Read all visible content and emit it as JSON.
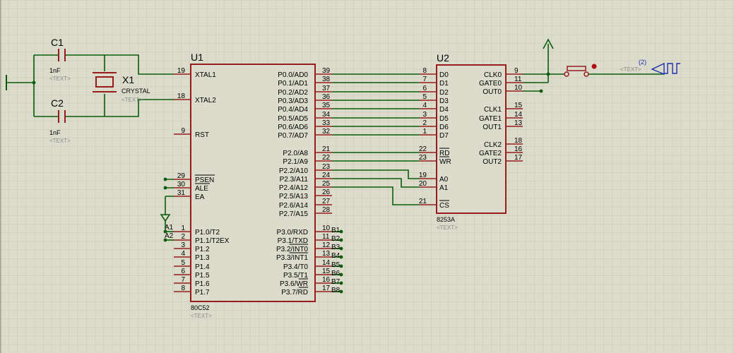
{
  "u1": {
    "ref": "U1",
    "part": "80C52",
    "text": "<TEXT>",
    "left_pins": [
      {
        "num": "19",
        "label": "XTAL1"
      },
      {
        "num": "18",
        "label": "XTAL2"
      },
      {
        "num": "9",
        "label": "RST"
      },
      {
        "num": "29",
        "label": "PSEN"
      },
      {
        "num": "30",
        "label": "ALE"
      },
      {
        "num": "31",
        "label": "EA"
      },
      {
        "num": "1",
        "label": "P1.0/T2"
      },
      {
        "num": "2",
        "label": "P1.1/T2EX"
      },
      {
        "num": "3",
        "label": "P1.2"
      },
      {
        "num": "4",
        "label": "P1.3"
      },
      {
        "num": "5",
        "label": "P1.4"
      },
      {
        "num": "6",
        "label": "P1.5"
      },
      {
        "num": "7",
        "label": "P1.6"
      },
      {
        "num": "8",
        "label": "P1.7"
      }
    ],
    "right_pins": [
      {
        "num": "39",
        "label": "P0.0/AD0"
      },
      {
        "num": "38",
        "label": "P0.1/AD1"
      },
      {
        "num": "37",
        "label": "P0.2/AD2"
      },
      {
        "num": "36",
        "label": "P0.3/AD3"
      },
      {
        "num": "35",
        "label": "P0.4/AD4"
      },
      {
        "num": "34",
        "label": "P0.5/AD5"
      },
      {
        "num": "33",
        "label": "P0.6/AD6"
      },
      {
        "num": "32",
        "label": "P0.7/AD7"
      },
      {
        "num": "21",
        "label": "P2.0/A8"
      },
      {
        "num": "22",
        "label": "P2.1/A9"
      },
      {
        "num": "23",
        "label": "P2.2/A10"
      },
      {
        "num": "24",
        "label": "P2.3/A11"
      },
      {
        "num": "25",
        "label": "P2.4/A12"
      },
      {
        "num": "26",
        "label": "P2.5/A13"
      },
      {
        "num": "27",
        "label": "P2.6/A14"
      },
      {
        "num": "28",
        "label": "P2.7/A15"
      },
      {
        "num": "10",
        "label": "P3.0/RXD"
      },
      {
        "num": "11",
        "label": "P3.1/TXD"
      },
      {
        "num": "12",
        "label": "P3.2/INT0"
      },
      {
        "num": "13",
        "label": "P3.3/INT1"
      },
      {
        "num": "14",
        "label": "P3.4/T0"
      },
      {
        "num": "15",
        "label": "P3.5/T1"
      },
      {
        "num": "16",
        "label": "P3.6/WR"
      },
      {
        "num": "17",
        "label": "P3.7/RD"
      }
    ],
    "p3_nets": [
      "B1",
      "B2",
      "B3",
      "B4",
      "B5",
      "B6",
      "B7",
      "B8"
    ],
    "p1_nets": [
      "A1",
      "A2"
    ]
  },
  "u2": {
    "ref": "U2",
    "part": "8253A",
    "text": "<TEXT>",
    "left_pins": [
      {
        "num": "8",
        "label": "D0"
      },
      {
        "num": "7",
        "label": "D1"
      },
      {
        "num": "6",
        "label": "D2"
      },
      {
        "num": "5",
        "label": "D3"
      },
      {
        "num": "4",
        "label": "D4"
      },
      {
        "num": "3",
        "label": "D5"
      },
      {
        "num": "2",
        "label": "D6"
      },
      {
        "num": "1",
        "label": "D7"
      },
      {
        "num": "22",
        "label": "RD"
      },
      {
        "num": "23",
        "label": "WR"
      },
      {
        "num": "19",
        "label": "A0"
      },
      {
        "num": "20",
        "label": "A1"
      },
      {
        "num": "21",
        "label": "CS"
      }
    ],
    "right_pins": [
      {
        "num": "9",
        "label": "CLK0"
      },
      {
        "num": "11",
        "label": "GATE0"
      },
      {
        "num": "10",
        "label": "OUT0"
      },
      {
        "num": "15",
        "label": "CLK1"
      },
      {
        "num": "14",
        "label": "GATE1"
      },
      {
        "num": "13",
        "label": "OUT1"
      },
      {
        "num": "18",
        "label": "CLK2"
      },
      {
        "num": "16",
        "label": "GATE2"
      },
      {
        "num": "17",
        "label": "OUT2"
      }
    ]
  },
  "c1": {
    "ref": "C1",
    "value": "1nF",
    "text": "<TEXT>"
  },
  "c2": {
    "ref": "C2",
    "value": "1nF",
    "text": "<TEXT>"
  },
  "x1": {
    "ref": "X1",
    "value": "CRYSTAL",
    "text": "<TEXT>"
  },
  "generator": {
    "index": "(2)",
    "text": "<TEXT>"
  },
  "colors": {
    "background": "#dcdccc",
    "grid": "#c6c6b4",
    "component": "#9a1b1b",
    "body": "#dcdccc",
    "wire": "#0a5c0a",
    "text": "#000000",
    "muted": "#8c8c8c",
    "generator": "#1e2fb0"
  }
}
